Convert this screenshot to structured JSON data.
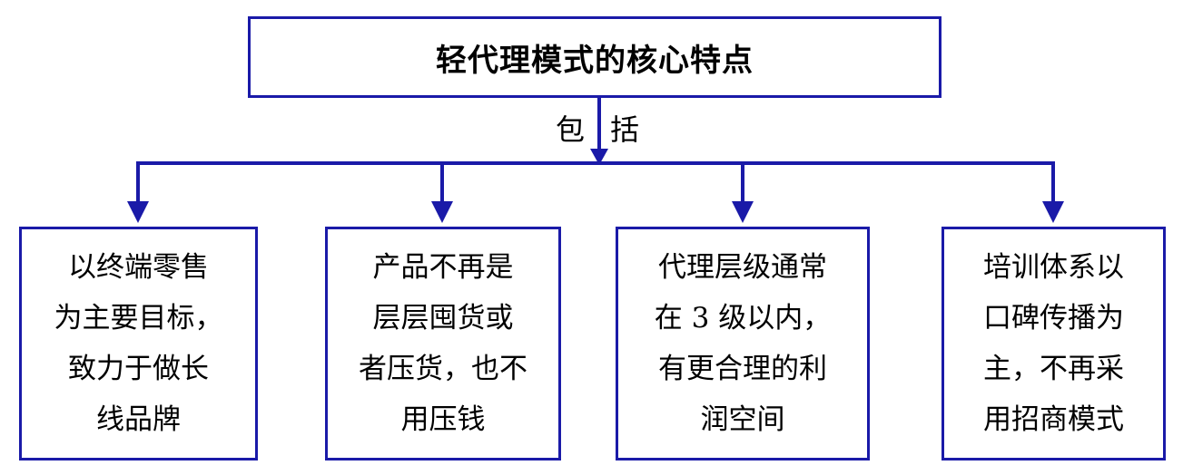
{
  "title": "轻代理模式的核心特点",
  "connector_label": "包括",
  "colors": {
    "line": "#1a1aa8",
    "border": "#1a1aa8"
  },
  "children": [
    {
      "text": "以终端零售\n为主要目标，\n致力于做长\n线品牌"
    },
    {
      "text": "产品不再是\n层层囤货或\n者压货，也不\n用压钱"
    },
    {
      "text": "代理层级通常\n在 3 级以内，\n有更合理的利\n润空间"
    },
    {
      "text": "培训体系以\n口碑传播为\n主，不再采\n用招商模式"
    }
  ]
}
